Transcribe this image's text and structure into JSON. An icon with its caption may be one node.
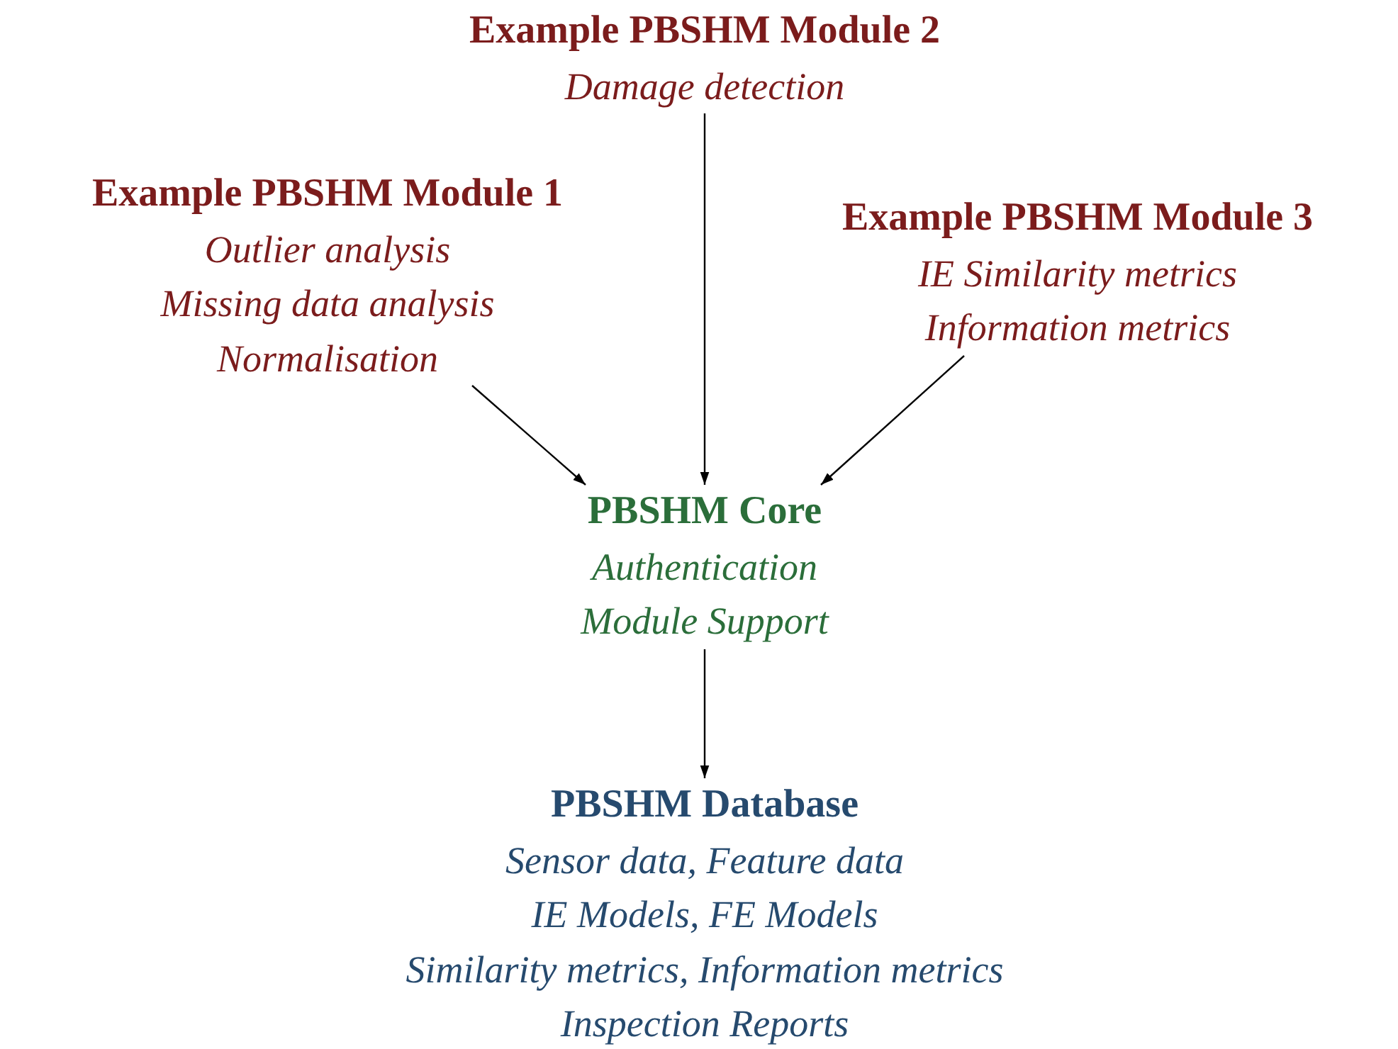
{
  "diagram": {
    "nodes": [
      {
        "text": [
          "Example PBSHM Module 2",
          "Damage detection"
        ]
      },
      {
        "text": [
          "Example PBSHM Module 1",
          "Outlier analysis",
          "Missing data analysis",
          "Normalisation"
        ]
      },
      {
        "text": [
          "Example PBSHM Module 3",
          "IE Similarity metrics",
          "Information metrics"
        ]
      },
      {
        "text": [
          "PBSHM Core",
          "Authentication",
          "Module Support"
        ]
      },
      {
        "text": [
          "PBSHM Database",
          "Sensor data, Feature data",
          "IE Models, FE Models",
          "Similarity metrics, Information metrics",
          "Inspection Reports"
        ]
      }
    ],
    "edges": [
      {
        "from": 1,
        "to": 3,
        "arrow": "to"
      },
      {
        "from": 0,
        "to": 3,
        "arrow": "to"
      },
      {
        "from": 2,
        "to": 3,
        "arrow": "to"
      },
      {
        "from": 3,
        "to": 4,
        "arrow": "to"
      }
    ]
  }
}
